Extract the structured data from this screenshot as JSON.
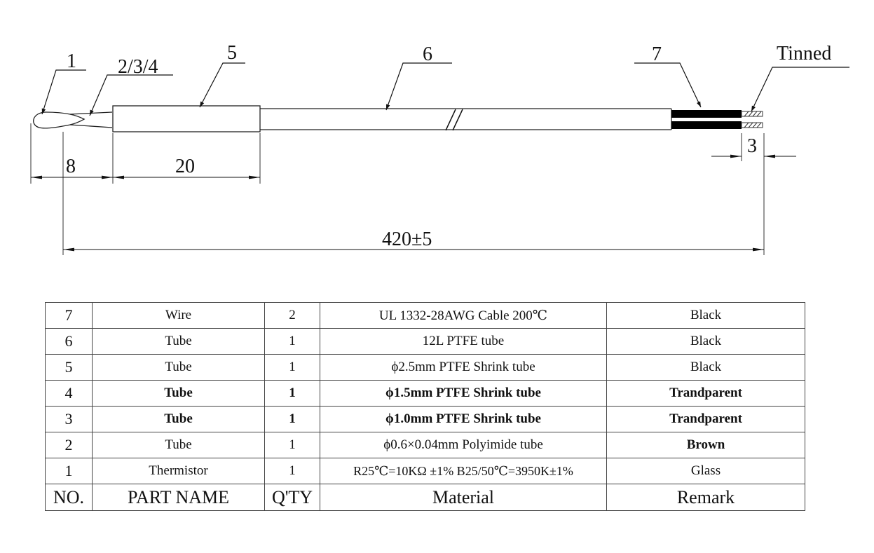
{
  "drawing": {
    "callouts": {
      "c1": "1",
      "c234": "2/3/4",
      "c5": "5",
      "c6": "6",
      "c7": "7",
      "tinned": "Tinned"
    },
    "dimensions": {
      "d8": "8",
      "d20": "20",
      "d3": "3",
      "total": "420±5"
    }
  },
  "bom": {
    "header": {
      "no": "NO.",
      "part_name": "PART NAME",
      "qty": "Q'TY",
      "material": "Material",
      "remark": "Remark"
    },
    "rows": [
      {
        "no": "7",
        "part_name": "Wire",
        "qty": "2",
        "material": "UL 1332-28AWG Cable 200℃",
        "remark": "Black"
      },
      {
        "no": "6",
        "part_name": "Tube",
        "qty": "1",
        "material": "12L PTFE  tube",
        "remark": "Black"
      },
      {
        "no": "5",
        "part_name": "Tube",
        "qty": "1",
        "material": "ϕ2.5mm PTFE Shrink tube",
        "remark": "Black"
      },
      {
        "no": "4",
        "part_name": "Tube",
        "qty": "1",
        "material": "ϕ1.5mm PTFE Shrink tube",
        "remark": "Trandparent"
      },
      {
        "no": "3",
        "part_name": "Tube",
        "qty": "1",
        "material": "ϕ1.0mm PTFE Shrink tube",
        "remark": "Trandparent"
      },
      {
        "no": "2",
        "part_name": "Tube",
        "qty": "1",
        "material": "ϕ0.6×0.04mm Polyimide tube",
        "remark": "Brown"
      },
      {
        "no": "1",
        "part_name": "Thermistor",
        "qty": "1",
        "material": "R25℃=10KΩ ±1% B25/50℃=3950K±1%",
        "remark": "Glass"
      }
    ]
  }
}
